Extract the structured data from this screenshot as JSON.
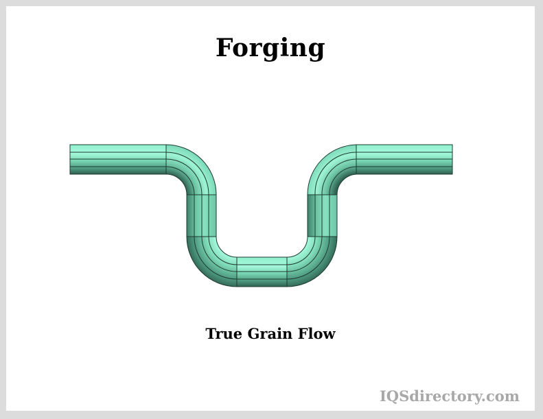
{
  "title": "Forging",
  "caption": "True Grain Flow",
  "watermark": "IQSdirectory.com",
  "diagram": {
    "subject": "forged-bent-bar",
    "colors": {
      "highlight": "#a3f7da",
      "body": "#7fe3c0",
      "shade": "#4f9c82",
      "dark": "#2f6654",
      "grain_line": "#1d3a30"
    }
  }
}
